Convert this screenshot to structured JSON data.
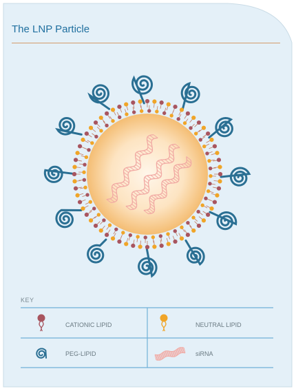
{
  "header": {
    "title": "The LNP Particle"
  },
  "key": {
    "title": "KEY",
    "items": [
      {
        "label": "CATIONIC LIPID",
        "icon": "cationic-lipid-icon",
        "color": "#a8555f"
      },
      {
        "label": "NEUTRAL LIPID",
        "icon": "neutral-lipid-icon",
        "color": "#f0a528"
      },
      {
        "label": "PEG-LIPID",
        "icon": "peg-lipid-icon",
        "color": "#2a6f93"
      },
      {
        "label": "siRNA",
        "icon": "sirna-icon",
        "color": "#f1a9a3"
      }
    ]
  },
  "colors": {
    "background": "#e4f0f8",
    "title": "#1f6f9f",
    "rule": "#d39a6a",
    "key_lines": "#6fb0d8",
    "cationic": "#a8555f",
    "neutral": "#f0a528",
    "peg": "#2a6f93",
    "sirna": "#f1a9a3",
    "core_center": "#fff5e6",
    "core_edge": "#f5c27a"
  }
}
